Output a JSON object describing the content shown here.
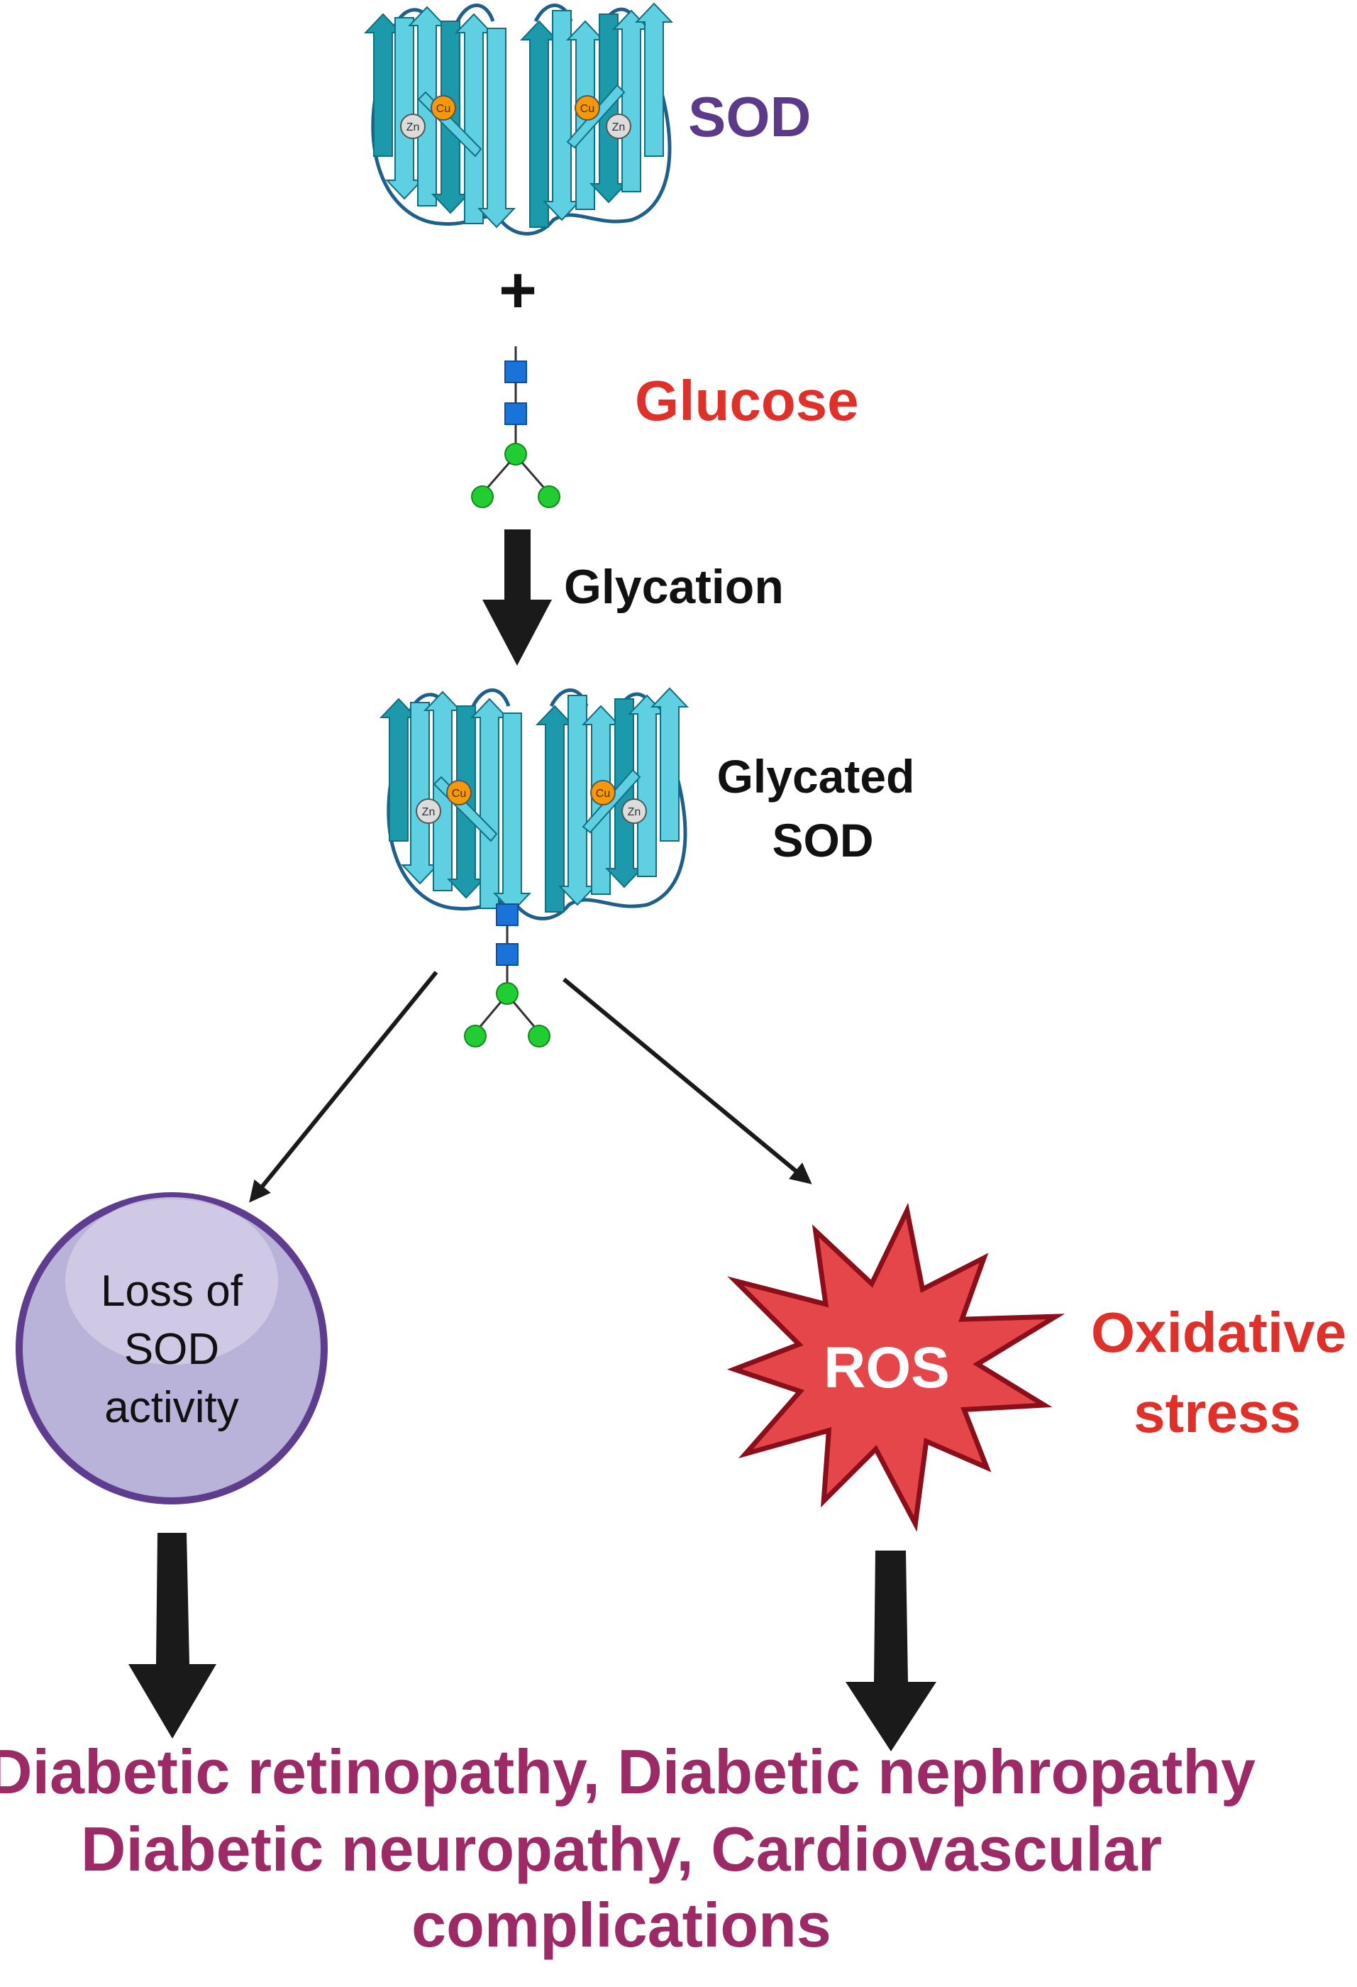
{
  "labels": {
    "sod": "SOD",
    "plus": "+",
    "glucose": "Glucose",
    "glycation": "Glycation",
    "glycated_line1": "Glycated",
    "glycated_line2": "SOD",
    "loss_line1": "Loss of",
    "loss_line2": "SOD",
    "loss_line3": "activity",
    "ros": "ROS",
    "oxidative_line1": "Oxidative",
    "oxidative_line2": "stress",
    "outcome_line1": "Diabetic retinopathy, Diabetic nephropathy",
    "outcome_line2": "Diabetic neuropathy, Cardiovascular",
    "outcome_line3": "complications"
  },
  "metal_ions": {
    "zinc": "Zn",
    "copper": "Cu"
  },
  "colors": {
    "sod_label": "#5b3a8a",
    "glucose_label": "#e0302a",
    "oxidative_label": "#e0302a",
    "outcome_text": "#9b2a66",
    "black_text": "#111111",
    "protein_light": "#5fd0e2",
    "protein_dark": "#1c9aab",
    "protein_loop": "#1f5f8c",
    "glucose_square": "#1a73d9",
    "glucose_circle": "#22cc33",
    "circle_fill": "#b9b2d9",
    "circle_highlight": "#d3cde8",
    "circle_stroke": "#5e3d8e",
    "ros_fill": "#e5464a",
    "ros_stroke": "#8a0f1a",
    "arrow": "#1a1a1a",
    "cu_fill": "#f5980a",
    "zn_fill": "#dcdcdc"
  }
}
